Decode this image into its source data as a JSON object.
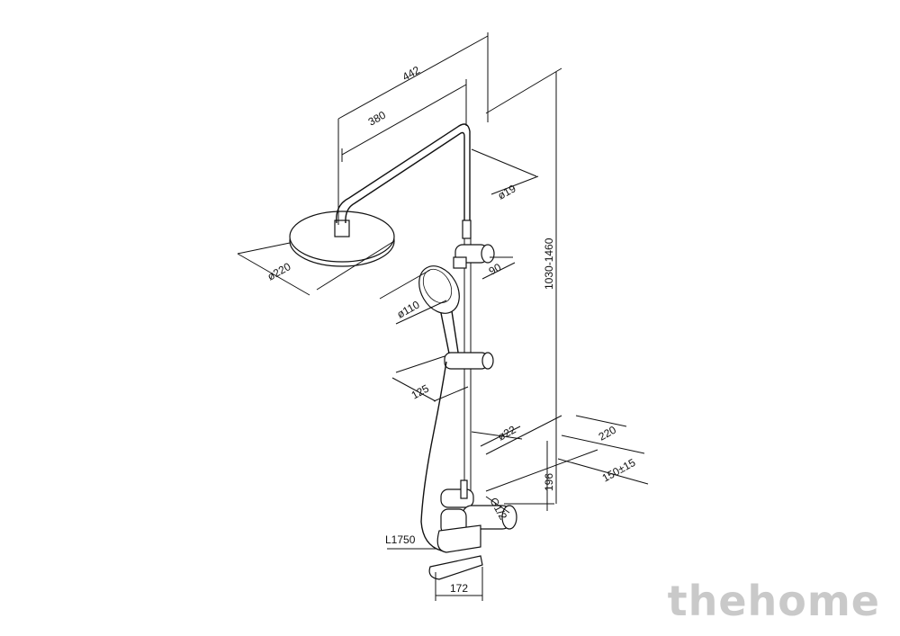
{
  "dimensions": {
    "arm_outer": "442",
    "arm_inner": "380",
    "pipe_diameter": "ø19",
    "head_diameter": "ø220",
    "holder_offset": "90",
    "hand_diameter": "ø110",
    "height_range": "1030-1460",
    "hand_offset": "125",
    "bar_diameter": "ø22",
    "wall_depth": "220",
    "connection_spacing": "150±15",
    "mixer_height": "196",
    "thread": "G1/2",
    "hose_length": "L1750",
    "spout_length": "172"
  },
  "watermark": "thehome"
}
